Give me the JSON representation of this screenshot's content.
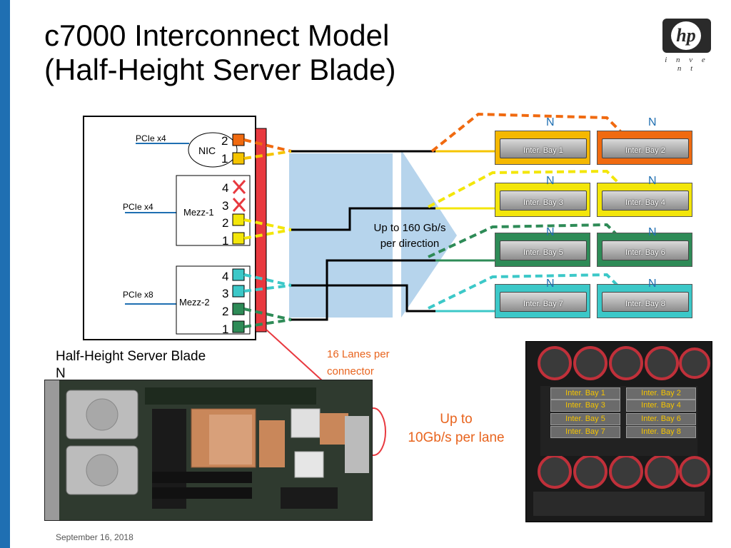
{
  "title": {
    "line1": "c7000 Interconnect Model",
    "line2": "(Half-Height Server Blade)"
  },
  "logo": {
    "mark": "hp",
    "tagline": "i n v e n t"
  },
  "blade": {
    "pcie_nic": "PCIe x4",
    "nic_label": "NIC",
    "nic_ports": [
      "2",
      "1"
    ],
    "pcie_mezz1": "PCIe x4",
    "mezz1_label": "Mezz-1",
    "mezz1_ports": [
      "4",
      "3",
      "2",
      "1"
    ],
    "pcie_mezz2": "PCIe x8",
    "mezz2_label": "Mezz-2",
    "mezz2_ports": [
      "4",
      "3",
      "2",
      "1"
    ],
    "blade_caption": "Half-Height Server Blade",
    "blade_caption_n": "N"
  },
  "midplane": {
    "bandwidth_line1": "Up to 160 Gb/s",
    "bandwidth_line2": "per direction"
  },
  "bays": [
    {
      "label": "Inter. Bay 1",
      "n": "N",
      "color": "#f5b800"
    },
    {
      "label": "Inter. Bay 2",
      "n": "N",
      "color": "#f06a10"
    },
    {
      "label": "Inter. Bay 3",
      "n": "N",
      "color": "#f3e60a"
    },
    {
      "label": "Inter. Bay 4",
      "n": "N",
      "color": "#f3e60a"
    },
    {
      "label": "Inter. Bay 5",
      "n": "N",
      "color": "#2e8b57"
    },
    {
      "label": "Inter. Bay 6",
      "n": "N",
      "color": "#2e8b57"
    },
    {
      "label": "Inter. Bay 7",
      "n": "N",
      "color": "#3cc8c8"
    },
    {
      "label": "Inter. Bay 8",
      "n": "N",
      "color": "#3cc8c8"
    }
  ],
  "lanes_note": {
    "line1": "16 Lanes per",
    "line2": "connector"
  },
  "speed_note": {
    "line1": "Up to",
    "line2": "10Gb/s per lane"
  },
  "enclosure_bays": [
    "Inter. Bay 1",
    "Inter. Bay 2",
    "Inter. Bay 3",
    "Inter. Bay 4",
    "Inter. Bay 5",
    "Inter. Bay 6",
    "Inter. Bay 7",
    "Inter. Bay 8"
  ],
  "footer": {
    "date": "September 16, 2018"
  },
  "colors": {
    "accent_blue": "#1f6fb2",
    "orange_text": "#e8641e",
    "red_connector": "#e8393f",
    "n_blue": "#1f6fb2"
  }
}
